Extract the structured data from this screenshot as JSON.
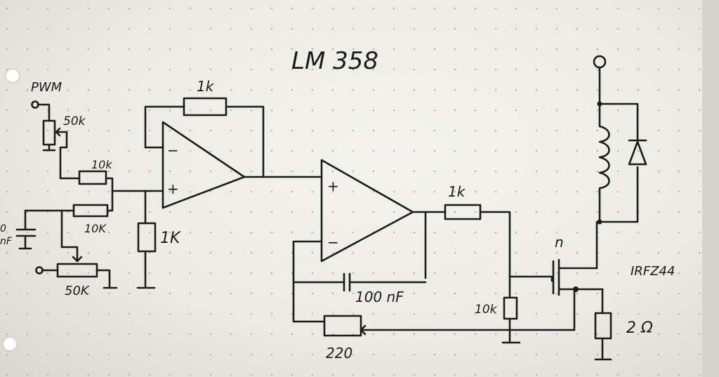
{
  "title": "LM 358",
  "labels": {
    "pwm": "PWM",
    "pot_top": "50k",
    "r_10k_a": "10k",
    "r_10k_b": "10K",
    "pot_bottom": "50K",
    "cap_left": "nF",
    "cap_left_prefix": "0",
    "r_feedback": "1k",
    "r_ground": "1K",
    "r_gate": "1k",
    "cap_mid": "100 nF",
    "r_gate_pulldown": "10k",
    "r_fb2": "220",
    "mosfet": "IRFZ44",
    "mosfet_type": "n",
    "r_shunt": "2 Ω",
    "plus_a": "+",
    "minus_a": "−",
    "plus_b": "+",
    "minus_b": "−"
  },
  "colors": {
    "paper": "#eceae3",
    "ink": "#1b1b1b",
    "grid_dot": "#b9b7b0",
    "background": "#2a2a28"
  }
}
